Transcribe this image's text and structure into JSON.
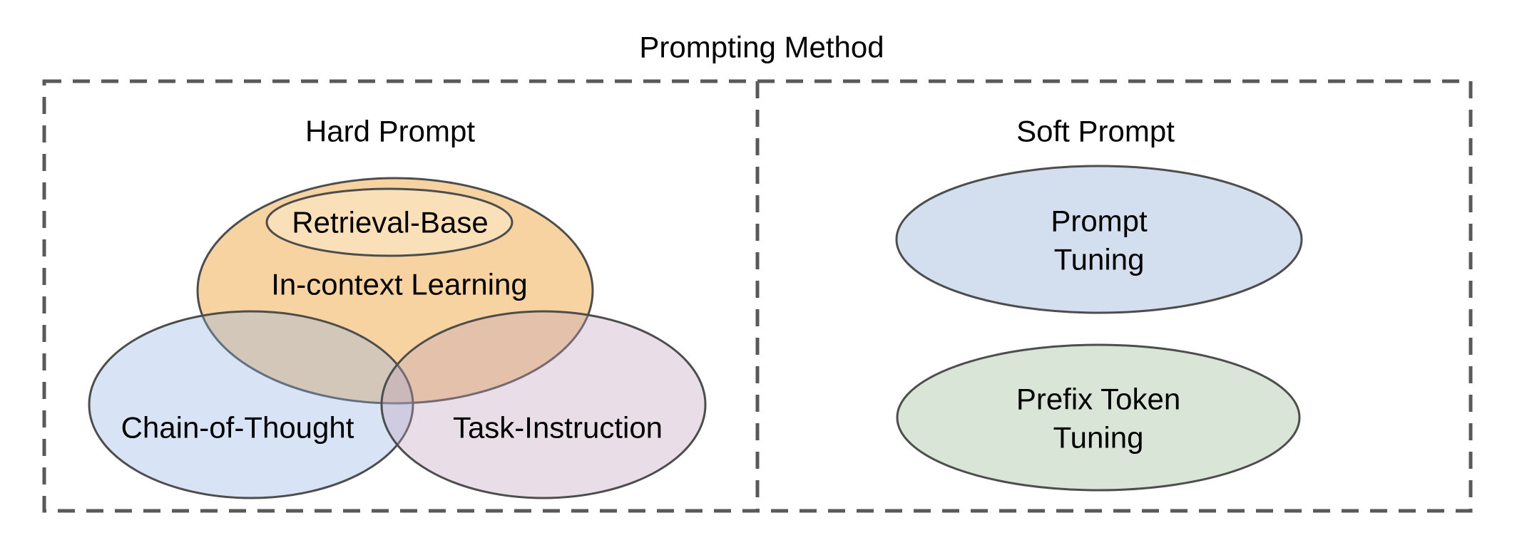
{
  "title": "Prompting Method",
  "colors": {
    "background": "#ffffff",
    "border_dash": "#595959",
    "ellipse_stroke": "#4d4d4d",
    "text": "#000000",
    "in_context_fill": "#f6d3a1",
    "retrieval_fill": "#f9e0b8",
    "chain_fill": "rgba(143,178,226,0.35)",
    "task_fill": "rgba(192,161,189,0.35)",
    "prompt_tuning_fill": "#d3deef",
    "prefix_tuning_fill": "#d9e5d6"
  },
  "sections": {
    "hard_prompt": {
      "label": "Hard Prompt"
    },
    "soft_prompt": {
      "label": "Soft Prompt"
    }
  },
  "hard_prompt_items": {
    "in_context": {
      "label": "In-context Learning"
    },
    "retrieval": {
      "label": "Retrieval-Base"
    },
    "chain": {
      "label": "Chain-of-Thought"
    },
    "task": {
      "label": "Task-Instruction"
    }
  },
  "soft_prompt_items": {
    "prompt_tuning": {
      "line1": "Prompt",
      "line2": "Tuning"
    },
    "prefix_tuning": {
      "line1": "Prefix Token",
      "line2": "Tuning"
    }
  }
}
